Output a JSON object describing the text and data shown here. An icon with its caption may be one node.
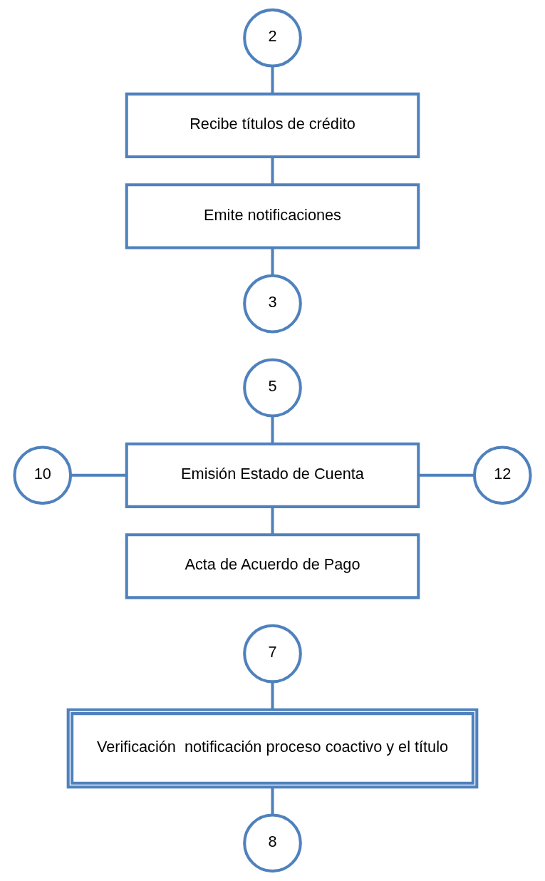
{
  "diagram": {
    "nodes": [
      {
        "text": [
          "2"
        ]
      },
      {
        "text": [
          "Recibe títulos de crédito"
        ]
      },
      {
        "text": [
          "Emite notificaciones"
        ]
      },
      {
        "text": [
          "3"
        ]
      },
      {
        "text": [
          "5"
        ]
      },
      {
        "text": [
          "10"
        ]
      },
      {
        "text": [
          "Emisión Estado de Cuenta"
        ]
      },
      {
        "text": [
          "12"
        ]
      },
      {
        "text": [
          "Acta de Acuerdo de Pago"
        ]
      },
      {
        "text": [
          "7"
        ]
      },
      {
        "text": [
          "Verificación  notificación proceso coactivo y el título"
        ]
      },
      {
        "text": [
          "8"
        ]
      }
    ],
    "edges": [
      {
        "from": 0,
        "to": 1,
        "arrow": "none"
      },
      {
        "from": 1,
        "to": 2,
        "arrow": "none"
      },
      {
        "from": 2,
        "to": 3,
        "arrow": "none"
      },
      {
        "from": 4,
        "to": 6,
        "arrow": "none"
      },
      {
        "from": 5,
        "to": 6,
        "arrow": "none"
      },
      {
        "from": 6,
        "to": 7,
        "arrow": "none"
      },
      {
        "from": 6,
        "to": 8,
        "arrow": "none"
      },
      {
        "from": 9,
        "to": 10,
        "arrow": "none"
      },
      {
        "from": 10,
        "to": 11,
        "arrow": "none"
      }
    ]
  }
}
